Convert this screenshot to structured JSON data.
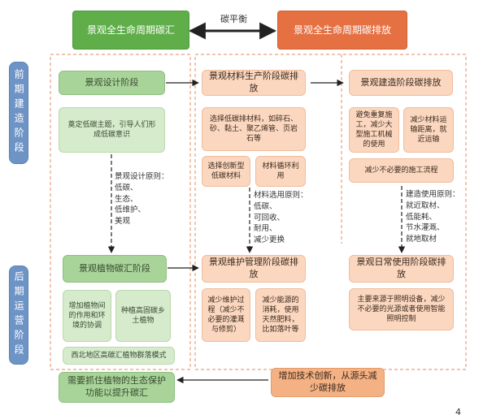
{
  "header": {
    "left": "景观全生命周期碳汇",
    "right": "景观全生命周期碳排放",
    "balance": "碳平衡"
  },
  "stages": {
    "early": "前期建造阶段",
    "late": "后期运营阶段"
  },
  "carbon_sink": {
    "design_stage": "景观设计阶段",
    "design_desc": "奠定低碳主题，引导人们形成低碳意识",
    "design_principle": "景观设计原则：\n低碳、\n生态、\n低维护、\n美观",
    "plant_stage": "景观植物碳汇阶段",
    "plant_a": "增加植物间的作用和环境的协调",
    "plant_b": "种植高固碳乡土植物",
    "plant_c": "西北地区高碳汇植物群落模式",
    "conclusion": "需要抓住植物的生态保护功能以提升碳汇"
  },
  "emission": {
    "material_stage": "景观材料生产阶段碳排放",
    "material_desc": "选择低碳排材料，如碎石、砂、黏土、聚乙烯管、页岩石等",
    "material_new": "选择创新型低碳材料",
    "material_recycle": "材料循环利用",
    "material_principle": "材料选用原则：\n低碳、\n可回收、\n耐用、\n减少更换",
    "construct_stage": "景观建造阶段碳排放",
    "construct_a": "避免重复施工，减少大型施工机械的使用",
    "construct_b": "减少材料运输距离，就近运输",
    "construct_c": "减少不必要的施工流程",
    "construct_principle": "建造使用原则：\n就近取材、\n低能耗、\n节水灌溉、\n就地取材",
    "maintain_stage": "景观维护管理阶段碳排放",
    "maintain_a": "减少维护过程（减少不必要的灌溉与修剪）",
    "maintain_b": "减少能源的消耗，使用天然肥料，比如落叶等",
    "daily_stage": "景观日常使用阶段碳排放",
    "daily_desc": "主要来源于照明设备，减少不必要的光源或者使用智能照明控制",
    "innovation": "增加技术创新，从源头减少碳排放"
  },
  "page_number": "4"
}
